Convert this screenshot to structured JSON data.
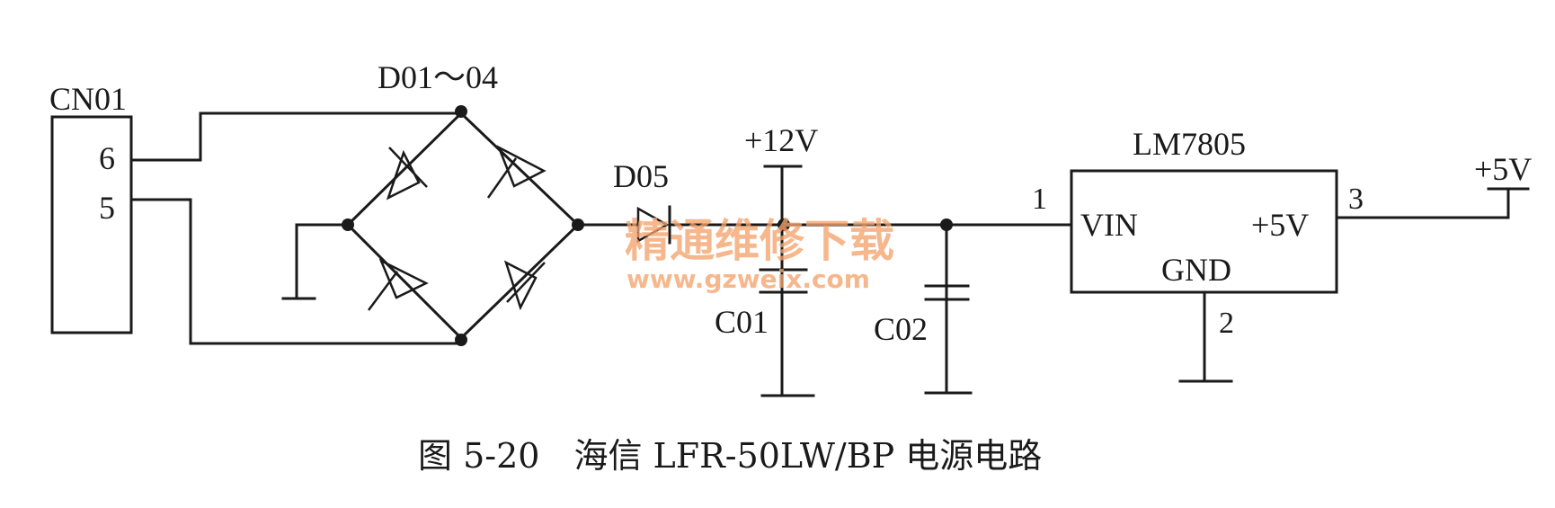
{
  "labels": {
    "connector": "CN01",
    "connector_pin_6": "6",
    "connector_pin_5": "5",
    "bridge": "D01～04",
    "diode": "D05",
    "rail_12v": "+12V",
    "cap1": "C01",
    "cap2": "C02",
    "regulator": "LM7805",
    "reg_pin_1": "1",
    "reg_pin_2": "2",
    "reg_pin_3": "3",
    "reg_vin": "VIN",
    "reg_gnd": "GND",
    "reg_out": "+5V",
    "output": "+5V"
  },
  "watermark": {
    "line1": "精通维修下载",
    "line2": "www.gzweix.com"
  },
  "caption": "图 5-20　海信 LFR-50LW/BP 电源电路",
  "colors": {
    "ink": "#1a1a1a",
    "watermark": "#f4a46e"
  }
}
